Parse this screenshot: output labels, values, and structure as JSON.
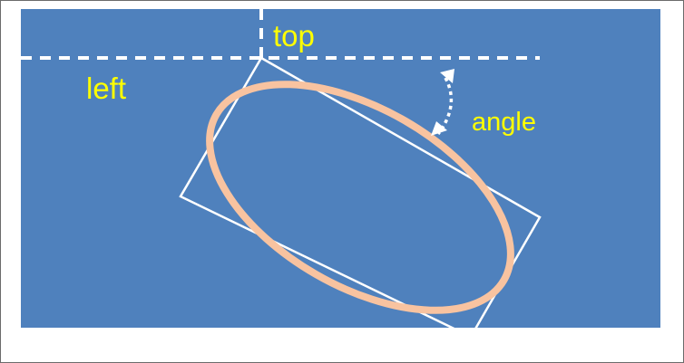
{
  "diagram": {
    "labels": {
      "top": "top",
      "left": "left",
      "angle": "angle"
    },
    "colors": {
      "background": "#4f81bd",
      "rectangle": "#ffffff",
      "guides": "#ffffff",
      "ellipse": "#f8c3a0",
      "text": "#ffff00",
      "arrow": "#ffffff",
      "frame": "#6b6b6b"
    },
    "shapes": {
      "ellipse_icon": "rotated-ellipse",
      "rectangle_icon": "rotated-bounding-box",
      "arrow_icon": "curved-double-arrow"
    }
  }
}
